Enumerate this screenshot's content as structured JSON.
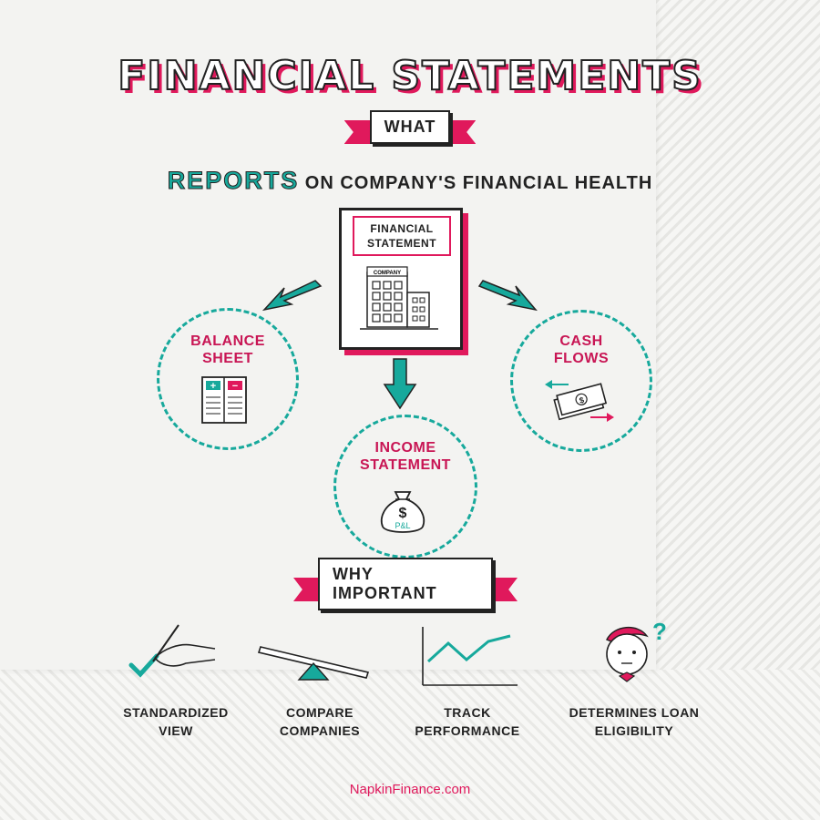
{
  "title": "FINANCIAL STATEMENTS",
  "what_ribbon": "WHAT",
  "headline": {
    "accent": "REPORTS",
    "rest": "ON COMPANY'S FINANCIAL HEALTH"
  },
  "center_box": {
    "label_line1": "FINANCIAL",
    "label_line2": "STATEMENT",
    "company_sign": "COMPANY"
  },
  "types": [
    {
      "line1": "BALANCE",
      "line2": "SHEET"
    },
    {
      "line1": "INCOME",
      "line2": "STATEMENT",
      "icon_text": "P&L"
    },
    {
      "line1": "CASH",
      "line2": "FLOWS"
    }
  ],
  "why_ribbon": "WHY IMPORTANT",
  "reasons": [
    {
      "line1": "STANDARDIZED",
      "line2": "VIEW"
    },
    {
      "line1": "COMPARE",
      "line2": "COMPANIES"
    },
    {
      "line1": "TRACK",
      "line2": "PERFORMANCE"
    },
    {
      "line1": "DETERMINES LOAN",
      "line2": "ELIGIBILITY"
    }
  ],
  "footer": "NapkinFinance.com",
  "colors": {
    "accent_pink": "#e0195c",
    "accent_teal": "#17a99c",
    "ink": "#222222"
  }
}
